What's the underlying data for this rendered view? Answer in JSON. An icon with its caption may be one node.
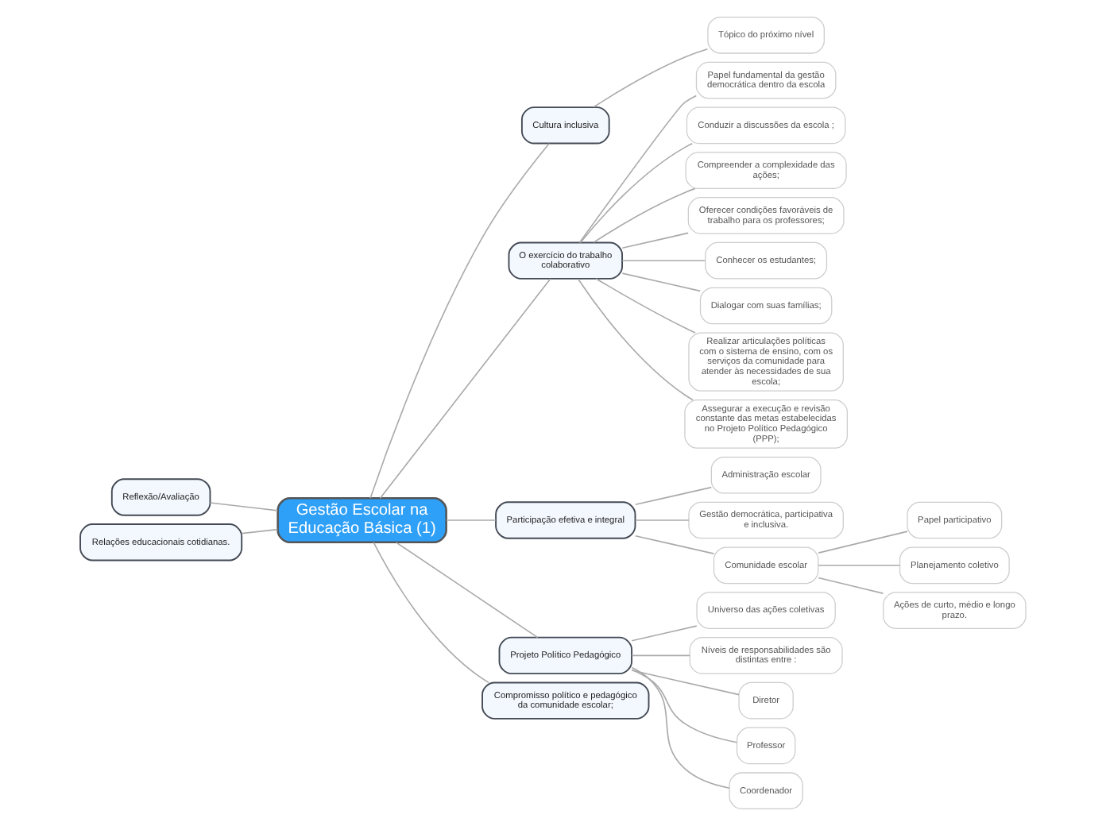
{
  "diagram": {
    "nodes": [
      {
        "text": [
          "Gestão Escolar na Educação Básica (1)"
        ]
      },
      {
        "text": [
          "Cultura inclusiva"
        ]
      },
      {
        "text": [
          "Tópico do próximo nível"
        ]
      },
      {
        "text": [
          "O exercício do trabalho colaborativo"
        ]
      },
      {
        "text": [
          "Papel fundamental da gestão democrática dentro da escola"
        ]
      },
      {
        "text": [
          "Conduzir a discussões da escola ;"
        ]
      },
      {
        "text": [
          "Compreender a complexidade das ações;"
        ]
      },
      {
        "text": [
          "Oferecer condições favoráveis de trabalho para os professores;"
        ]
      },
      {
        "text": [
          "Conhecer os estudantes;"
        ]
      },
      {
        "text": [
          "Dialogar com suas famílias;"
        ]
      },
      {
        "text": [
          "Realizar articulações políticas com o sistema de ensino, com os serviços da comunidade para atender às necessidades de sua escola;"
        ]
      },
      {
        "text": [
          "Assegurar a execução e revisão constante das metas estabelecidas no Projeto Político Pedagógico (PPP);"
        ]
      },
      {
        "text": [
          "Participação efetiva e integral"
        ]
      },
      {
        "text": [
          "Administração escolar"
        ]
      },
      {
        "text": [
          "Gestão democrática, participativa e inclusiva."
        ]
      },
      {
        "text": [
          "Comunidade escolar"
        ]
      },
      {
        "text": [
          "Papel participativo"
        ]
      },
      {
        "text": [
          "Planejamento coletivo"
        ]
      },
      {
        "text": [
          "Ações de curto, médio e longo prazo."
        ]
      },
      {
        "text": [
          "Projeto Político Pedagógico"
        ]
      },
      {
        "text": [
          "Universo das ações coletivas"
        ]
      },
      {
        "text": [
          "Níveis de responsabilidades são distintas entre :"
        ]
      },
      {
        "text": [
          "Diretor"
        ]
      },
      {
        "text": [
          "Professor"
        ]
      },
      {
        "text": [
          "Coordenador"
        ]
      },
      {
        "text": [
          "Compromisso político e pedagógico da comunidade escolar;"
        ]
      },
      {
        "text": [
          "Reflexão/Avaliação"
        ]
      },
      {
        "text": [
          "Relações educacionais cotidianas."
        ]
      }
    ],
    "edges": [
      {
        "from": 0,
        "to": 1,
        "arrow": "none"
      },
      {
        "from": 1,
        "to": 2,
        "arrow": "none"
      },
      {
        "from": 0,
        "to": 3,
        "arrow": "none"
      },
      {
        "from": 3,
        "to": 4,
        "arrow": "none"
      },
      {
        "from": 3,
        "to": 5,
        "arrow": "none"
      },
      {
        "from": 3,
        "to": 6,
        "arrow": "none"
      },
      {
        "from": 3,
        "to": 7,
        "arrow": "none"
      },
      {
        "from": 3,
        "to": 8,
        "arrow": "none"
      },
      {
        "from": 3,
        "to": 9,
        "arrow": "none"
      },
      {
        "from": 3,
        "to": 10,
        "arrow": "none"
      },
      {
        "from": 3,
        "to": 11,
        "arrow": "none"
      },
      {
        "from": 0,
        "to": 12,
        "arrow": "none"
      },
      {
        "from": 12,
        "to": 13,
        "arrow": "none"
      },
      {
        "from": 12,
        "to": 14,
        "arrow": "none"
      },
      {
        "from": 12,
        "to": 15,
        "arrow": "none"
      },
      {
        "from": 15,
        "to": 16,
        "arrow": "none"
      },
      {
        "from": 15,
        "to": 17,
        "arrow": "none"
      },
      {
        "from": 15,
        "to": 18,
        "arrow": "none"
      },
      {
        "from": 0,
        "to": 19,
        "arrow": "none"
      },
      {
        "from": 19,
        "to": 20,
        "arrow": "none"
      },
      {
        "from": 19,
        "to": 21,
        "arrow": "none"
      },
      {
        "from": 19,
        "to": 22,
        "arrow": "none"
      },
      {
        "from": 19,
        "to": 23,
        "arrow": "none"
      },
      {
        "from": 19,
        "to": 24,
        "arrow": "none"
      },
      {
        "from": 0,
        "to": 25,
        "arrow": "none"
      },
      {
        "from": 0,
        "to": 26,
        "arrow": "none"
      },
      {
        "from": 0,
        "to": 27,
        "arrow": "none"
      }
    ]
  }
}
